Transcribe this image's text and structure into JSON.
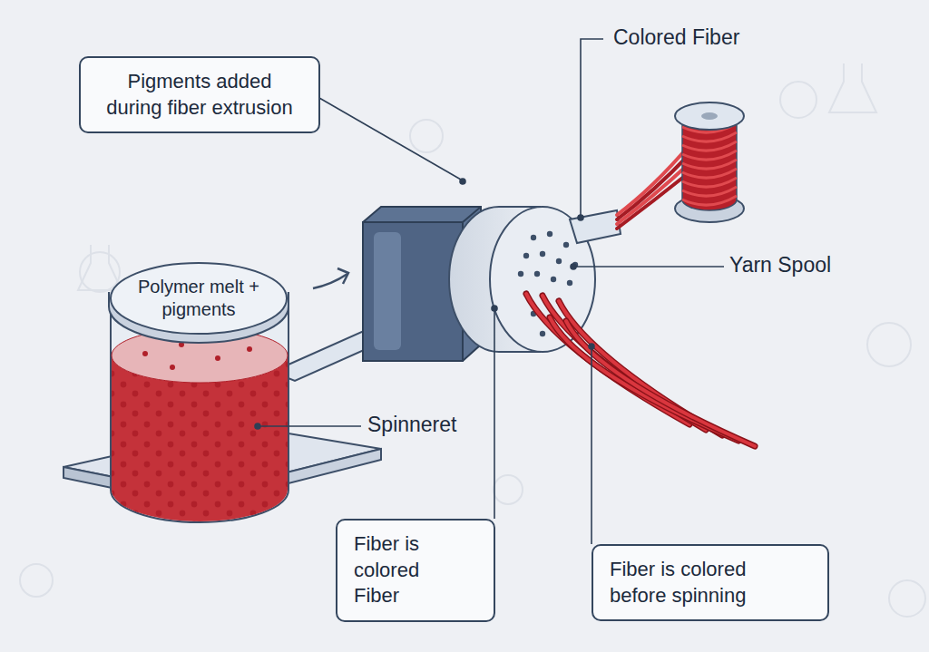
{
  "diagram": {
    "nodes": [
      {
        "text": [
          "Pigments added during fiber extrusion"
        ]
      },
      {
        "text": [
          "Polymer melt + pigments"
        ]
      },
      {
        "text": [
          "Fiber is colored Fiber"
        ]
      },
      {
        "text": [
          "Fiber is colored before spinning"
        ]
      }
    ],
    "labels": [
      "Colored Fiber",
      "Yarn Spool",
      "Spinneret"
    ]
  }
}
